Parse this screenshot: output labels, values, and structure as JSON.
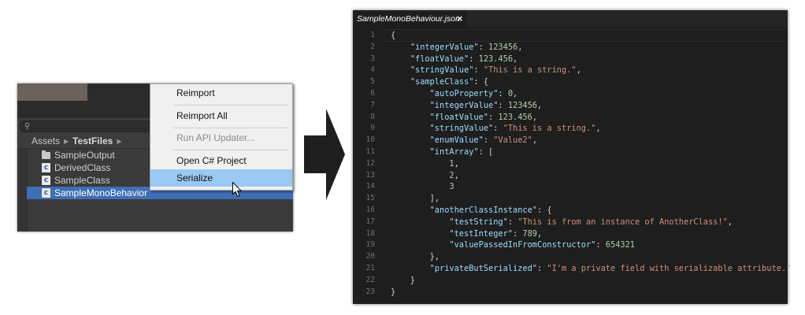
{
  "unity": {
    "breadcrumb": [
      "Assets",
      "TestFiles"
    ],
    "assets": [
      {
        "name": "SampleOutput",
        "type": "folder",
        "selected": false
      },
      {
        "name": "DerivedClass",
        "type": "script",
        "selected": false
      },
      {
        "name": "SampleClass",
        "type": "script",
        "selected": false
      },
      {
        "name": "SampleMonoBehavior",
        "type": "script",
        "selected": true
      }
    ],
    "script_icon_glyph": "c"
  },
  "context_menu": {
    "items": [
      {
        "label": "Reimport",
        "disabled": false,
        "highlighted": false
      },
      {
        "label": "Reimport All",
        "disabled": false,
        "highlighted": false
      },
      {
        "label": "Run API Updater...",
        "disabled": true,
        "highlighted": false
      },
      {
        "label": "Open C# Project",
        "disabled": false,
        "highlighted": false
      },
      {
        "label": "Serialize",
        "disabled": false,
        "highlighted": true
      }
    ]
  },
  "editor": {
    "tab_title": "SampleMonoBehaviour.json",
    "tab_close": "×",
    "lines": [
      [
        [
          "p",
          "{"
        ]
      ],
      [
        [
          "p",
          "    "
        ],
        [
          "k",
          "\"integerValue\""
        ],
        [
          "p",
          ": "
        ],
        [
          "n",
          "123456"
        ],
        [
          "p",
          ","
        ]
      ],
      [
        [
          "p",
          "    "
        ],
        [
          "k",
          "\"floatValue\""
        ],
        [
          "p",
          ": "
        ],
        [
          "n",
          "123.456"
        ],
        [
          "p",
          ","
        ]
      ],
      [
        [
          "p",
          "    "
        ],
        [
          "k",
          "\"stringValue\""
        ],
        [
          "p",
          ": "
        ],
        [
          "s",
          "\"This is a string.\""
        ],
        [
          "p",
          ","
        ]
      ],
      [
        [
          "p",
          "    "
        ],
        [
          "k",
          "\"sampleClass\""
        ],
        [
          "p",
          ": {"
        ]
      ],
      [
        [
          "p",
          "        "
        ],
        [
          "k",
          "\"autoProperty\""
        ],
        [
          "p",
          ": "
        ],
        [
          "n",
          "0"
        ],
        [
          "p",
          ","
        ]
      ],
      [
        [
          "p",
          "        "
        ],
        [
          "k",
          "\"integerValue\""
        ],
        [
          "p",
          ": "
        ],
        [
          "n",
          "123456"
        ],
        [
          "p",
          ","
        ]
      ],
      [
        [
          "p",
          "        "
        ],
        [
          "k",
          "\"floatValue\""
        ],
        [
          "p",
          ": "
        ],
        [
          "n",
          "123.456"
        ],
        [
          "p",
          ","
        ]
      ],
      [
        [
          "p",
          "        "
        ],
        [
          "k",
          "\"stringValue\""
        ],
        [
          "p",
          ": "
        ],
        [
          "s",
          "\"This is a string.\""
        ],
        [
          "p",
          ","
        ]
      ],
      [
        [
          "p",
          "        "
        ],
        [
          "k",
          "\"enumValue\""
        ],
        [
          "p",
          ": "
        ],
        [
          "s",
          "\"Value2\""
        ],
        [
          "p",
          ","
        ]
      ],
      [
        [
          "p",
          "        "
        ],
        [
          "k",
          "\"intArray\""
        ],
        [
          "p",
          ": ["
        ]
      ],
      [
        [
          "p",
          "            "
        ],
        [
          "n",
          "1"
        ],
        [
          "p",
          ","
        ]
      ],
      [
        [
          "p",
          "            "
        ],
        [
          "n",
          "2"
        ],
        [
          "p",
          ","
        ]
      ],
      [
        [
          "p",
          "            "
        ],
        [
          "n",
          "3"
        ]
      ],
      [
        [
          "p",
          "        ],"
        ]
      ],
      [
        [
          "p",
          "        "
        ],
        [
          "k",
          "\"anotherClassInstance\""
        ],
        [
          "p",
          ": {"
        ]
      ],
      [
        [
          "p",
          "            "
        ],
        [
          "k",
          "\"testString\""
        ],
        [
          "p",
          ": "
        ],
        [
          "s",
          "\"This is from an instance of AnotherClass!\""
        ],
        [
          "p",
          ","
        ]
      ],
      [
        [
          "p",
          "            "
        ],
        [
          "k",
          "\"testInteger\""
        ],
        [
          "p",
          ": "
        ],
        [
          "n",
          "789"
        ],
        [
          "p",
          ","
        ]
      ],
      [
        [
          "p",
          "            "
        ],
        [
          "k",
          "\"valuePassedInFromConstructor\""
        ],
        [
          "p",
          ": "
        ],
        [
          "n",
          "654321"
        ]
      ],
      [
        [
          "p",
          "        },"
        ]
      ],
      [
        [
          "p",
          "        "
        ],
        [
          "k",
          "\"privateButSerialized\""
        ],
        [
          "p",
          ": "
        ],
        [
          "s",
          "\"I'm a private field with serializable attribute.\""
        ]
      ],
      [
        [
          "p",
          "    }"
        ]
      ],
      [
        [
          "p",
          "}"
        ]
      ]
    ]
  },
  "colors": {
    "json_key": "#9cdcfe",
    "json_number": "#b5cea8",
    "json_string": "#ce9178",
    "selection": "#3e6eb5",
    "menu_highlight": "#99c9f2"
  }
}
